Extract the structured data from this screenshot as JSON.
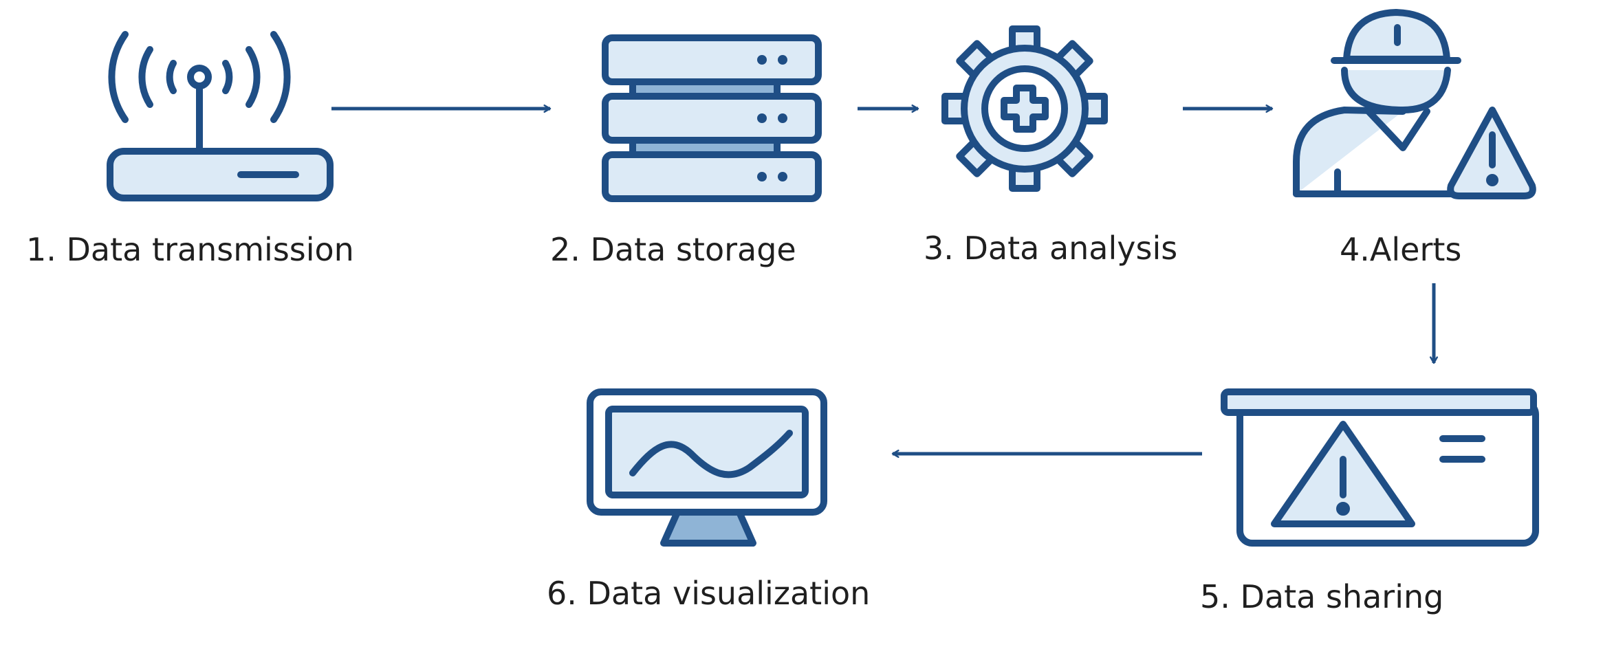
{
  "steps": [
    {
      "label": "1. Data transmission",
      "icon": "wifi-router-icon"
    },
    {
      "label": "2. Data storage",
      "icon": "server-stack-icon"
    },
    {
      "label": "3. Data analysis",
      "icon": "gear-plus-icon"
    },
    {
      "label": "4.Alerts",
      "icon": "worker-warning-icon"
    },
    {
      "label": "5. Data sharing",
      "icon": "alert-board-icon"
    },
    {
      "label": "6. Data visualization",
      "icon": "monitor-chart-icon"
    }
  ],
  "colors": {
    "stroke": "#1f4e85",
    "fill_light": "#dceaf6",
    "fill_mid": "#8fb4d6",
    "text": "#1f1f1f"
  }
}
